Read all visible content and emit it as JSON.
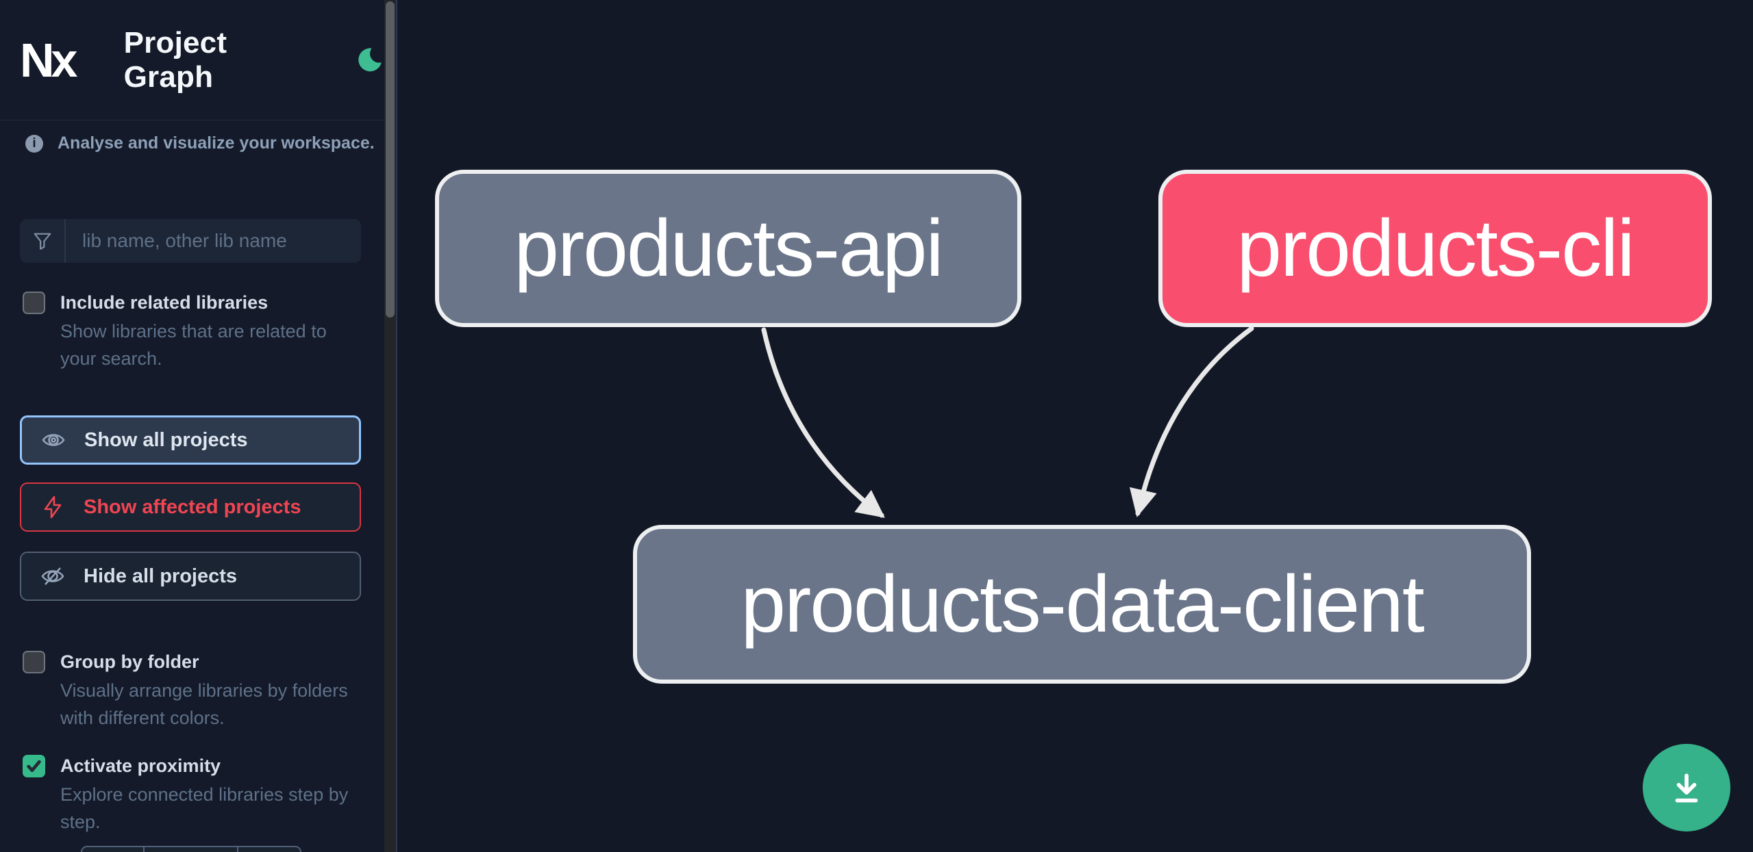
{
  "header": {
    "logo_text": "Nx",
    "title": "Project Graph",
    "theme_icon": "moon-icon"
  },
  "sidebar": {
    "tagline": "Analyse and visualize your workspace.",
    "search": {
      "placeholder": "lib name, other lib name",
      "value": "",
      "icon": "funnel-icon"
    },
    "options": [
      {
        "label": "Include related libraries",
        "description": "Show libraries that are related to your search.",
        "checked": false
      },
      {
        "label": "Group by folder",
        "description": "Visually arrange libraries by folders with different colors.",
        "checked": false
      },
      {
        "label": "Activate proximity",
        "description": "Explore connected libraries step by step.",
        "checked": true
      }
    ],
    "actions": [
      {
        "label": "Show all projects",
        "icon": "eye-icon",
        "state": "focused"
      },
      {
        "label": "Show affected projects",
        "icon": "lightning-icon",
        "state": "affected"
      },
      {
        "label": "Hide all projects",
        "icon": "eye-off-icon",
        "state": "default"
      }
    ]
  },
  "graph": {
    "nodes": [
      {
        "id": "products-api",
        "label": "products-api",
        "color": "#6a7589"
      },
      {
        "id": "products-cli",
        "label": "products-cli",
        "color": "#fa4e6e"
      },
      {
        "id": "products-data-client",
        "label": "products-data-client",
        "color": "#6a7589"
      }
    ],
    "edges": [
      {
        "from": "products-api",
        "to": "products-data-client"
      },
      {
        "from": "products-cli",
        "to": "products-data-client"
      }
    ],
    "download_icon": "download-icon"
  },
  "colors": {
    "background": "#131826",
    "focus_border_blue": "#93c5fd",
    "affected_red": "#f04552",
    "checkbox_green": "#36ba8c",
    "moon_green": "#3fbd92",
    "download_green": "#35b289",
    "node_gray": "#6a7589",
    "node_rose": "#fa4e6e",
    "edge_light": "#e8e8e8"
  }
}
